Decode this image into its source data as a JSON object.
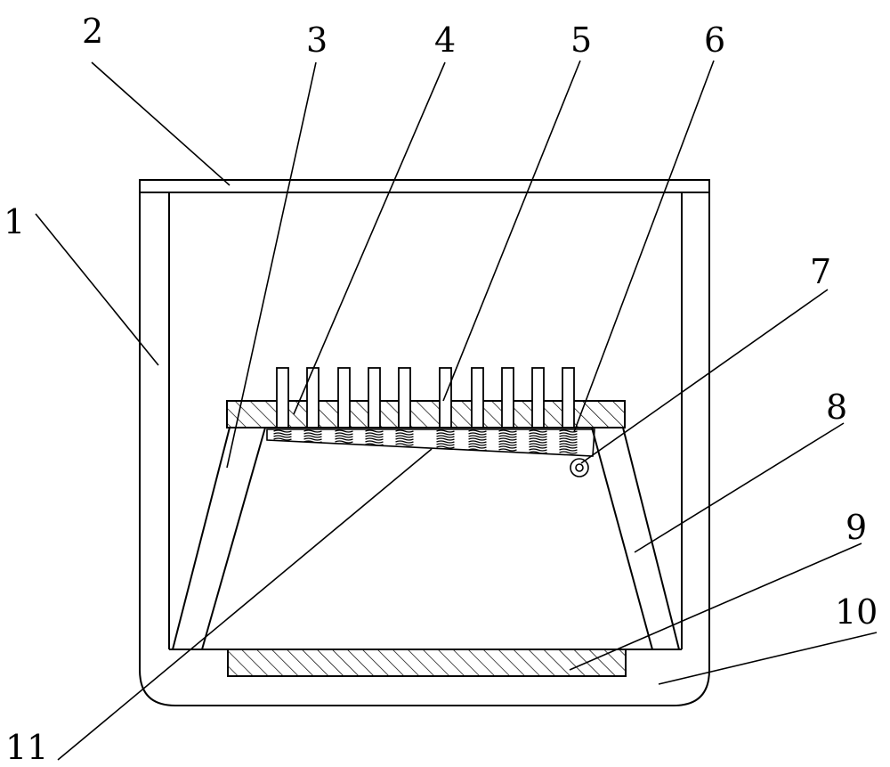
{
  "labels": {
    "l1": "1",
    "l2": "2",
    "l3": "3",
    "l4": "4",
    "l5": "5",
    "l6": "6",
    "l7": "7",
    "l8": "8",
    "l9": "9",
    "l10": "10",
    "l11": "11"
  },
  "pins": {
    "count": 10
  },
  "springs": {
    "count": 10
  }
}
